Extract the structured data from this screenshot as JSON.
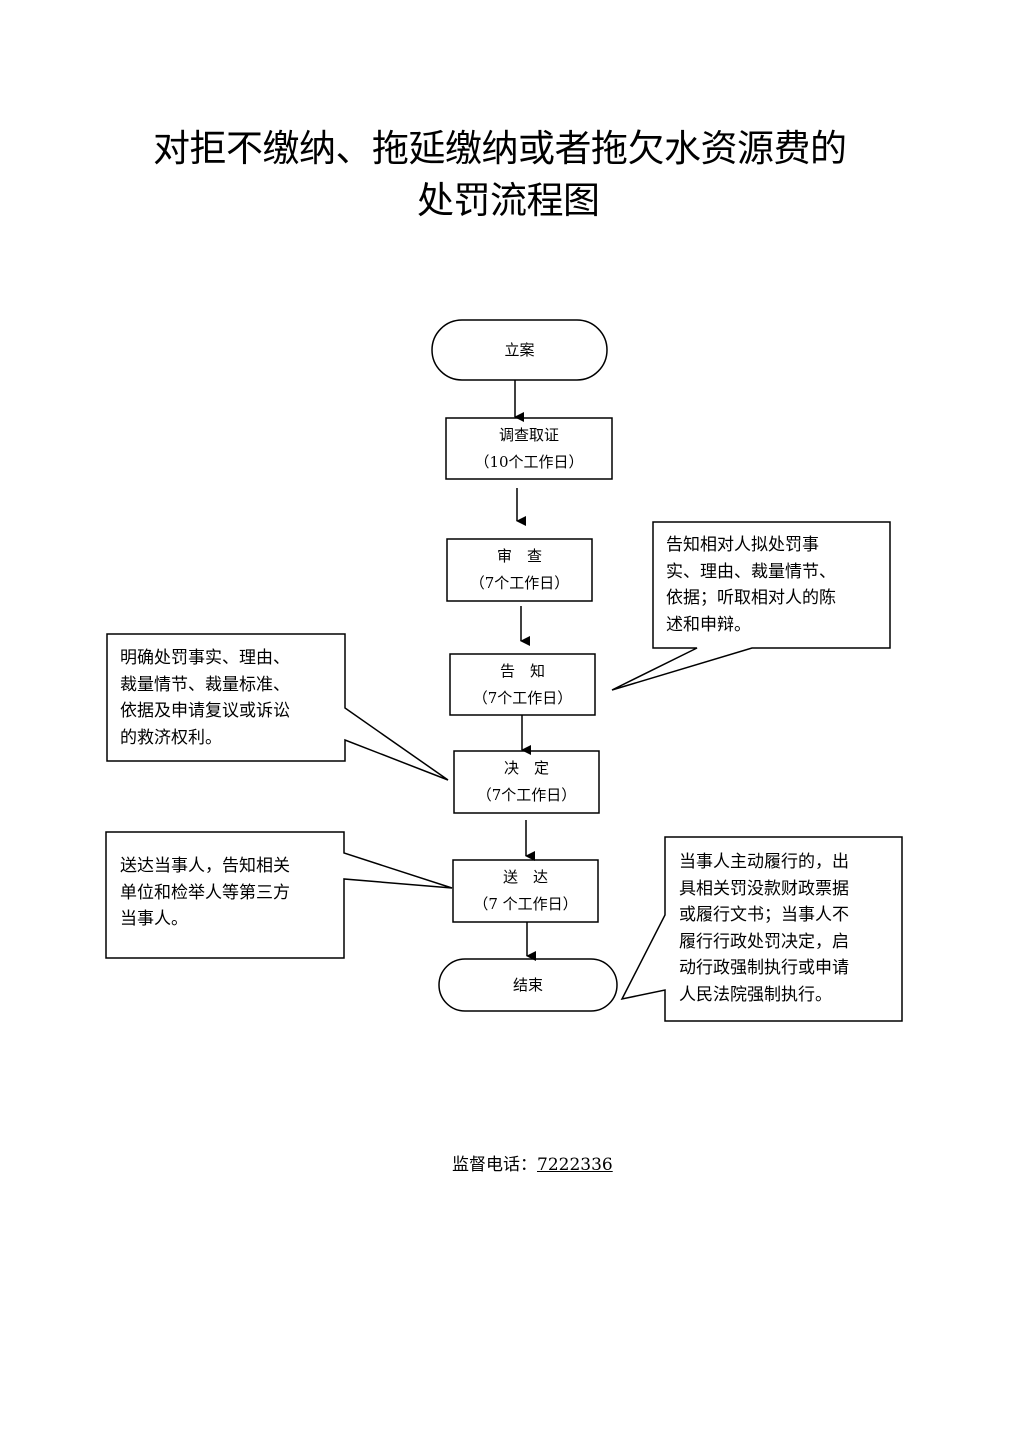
{
  "title": {
    "line1": "对拒不缴纳、拖延缴纳或者拖欠水资源费的",
    "line2": "处罚流程图"
  },
  "nodes": {
    "start": {
      "label": "立案"
    },
    "investigate": {
      "label": "调查取证",
      "duration": "（10个工作日）"
    },
    "review": {
      "label": "审　查",
      "duration": "（7个工作日）"
    },
    "notify": {
      "label": "告　知",
      "duration": "（7个工作日）"
    },
    "decide": {
      "label": "决　定",
      "duration": "（7个工作日）"
    },
    "deliver": {
      "label": "送　达",
      "duration": "（7 个工作日）"
    },
    "end": {
      "label": "结束"
    }
  },
  "callouts": {
    "notify_note": "告知相对人拟处罚事\n实、理由、裁量情节、\n依据；听取相对人的陈\n述和申辩。",
    "decide_note": "明确处罚事实、理由、\n裁量情节、裁量标准、\n依据及申请复议或诉讼\n的救济权利。",
    "deliver_note": "送达当事人，告知相关\n单位和检举人等第三方\n当事人。",
    "end_note": "当事人主动履行的，出\n具相关罚没款财政票据\n或履行文书；当事人不\n履行行政处罚决定，启\n动行政强制执行或申请\n人民法院强制执行。"
  },
  "footer": {
    "label": "监督电话：",
    "phone": "7222336"
  }
}
